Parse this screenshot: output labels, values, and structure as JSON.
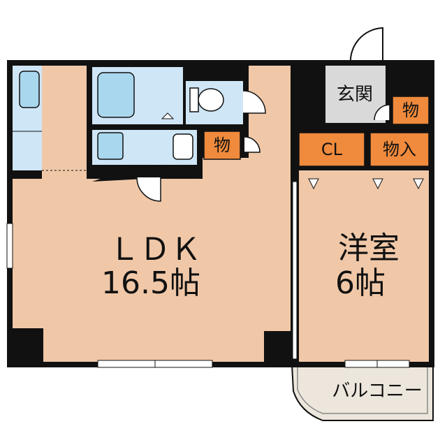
{
  "rooms": {
    "ldk": {
      "name": "ＬＤＫ",
      "size": "16.5帖"
    },
    "western": {
      "name": "洋室",
      "size": "6帖"
    },
    "entrance": {
      "name": "玄関"
    },
    "balcony": {
      "name": "バルコニー"
    }
  },
  "storage": {
    "closet": "CL",
    "walk_in": "物入",
    "mono_bath": "物",
    "mono_entrance": "物"
  },
  "colors": {
    "floor": "#f0c8a8",
    "wet_area": "#cfe6f7",
    "fixture": "#a9d7ee",
    "storage": "#f08a3c",
    "entrance": "#d9d9d9",
    "balcony": "#ece6dc",
    "wall": "#111111"
  }
}
